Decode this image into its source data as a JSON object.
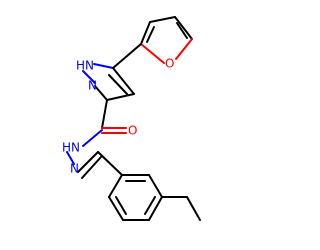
{
  "molecule": {
    "atom_labels": {
      "furan_oxygen": "O",
      "pyrazole_nh": "HN",
      "pyrazole_n": "N",
      "carbonyl_oxygen": "O",
      "amide_nh": "HN",
      "imine_n": "N"
    }
  },
  "colors": {
    "bond": "#000000",
    "nitrogen": "#0000ff",
    "oxygen": "#ff0000"
  }
}
